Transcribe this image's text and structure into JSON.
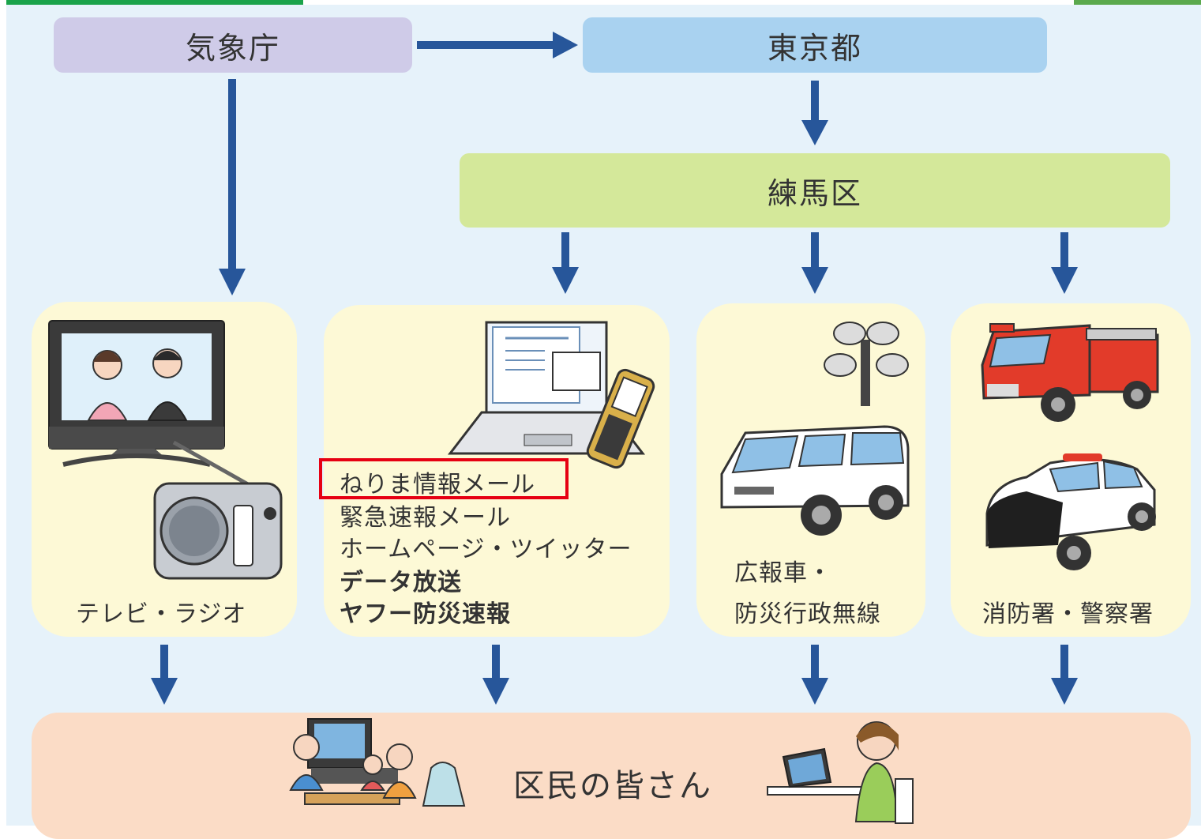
{
  "agencies": {
    "jma": "気象庁",
    "tokyo": "東京都",
    "nerima": "練馬区"
  },
  "channels": {
    "tv_radio": "テレビ・ラジオ",
    "digital": {
      "items": [
        "ねりま情報メール",
        "緊急速報メール",
        "ホームページ・ツイッター",
        "データ放送",
        "ヤフー防災速報"
      ]
    },
    "pr_vehicle": {
      "line1": "広報車・",
      "line2": "防災行政無線"
    },
    "fire_police": "消防署・警察署"
  },
  "recipients": "区民の皆さん",
  "colors": {
    "jma_box": "#cfcbe8",
    "tokyo_box": "#a9d2f0",
    "nerima_box": "#d4e89a",
    "channel_box": "#fdf9d6",
    "citizens_box": "#fbdcc6",
    "arrow": "#27569a",
    "highlight": "#e60012"
  },
  "icons": [
    "television-icon",
    "radio-icon",
    "laptop-icon",
    "mobile-phone-icon",
    "loudspeaker-icon",
    "van-icon",
    "fire-truck-icon",
    "police-car-icon",
    "family-icon",
    "person-laptop-icon"
  ]
}
